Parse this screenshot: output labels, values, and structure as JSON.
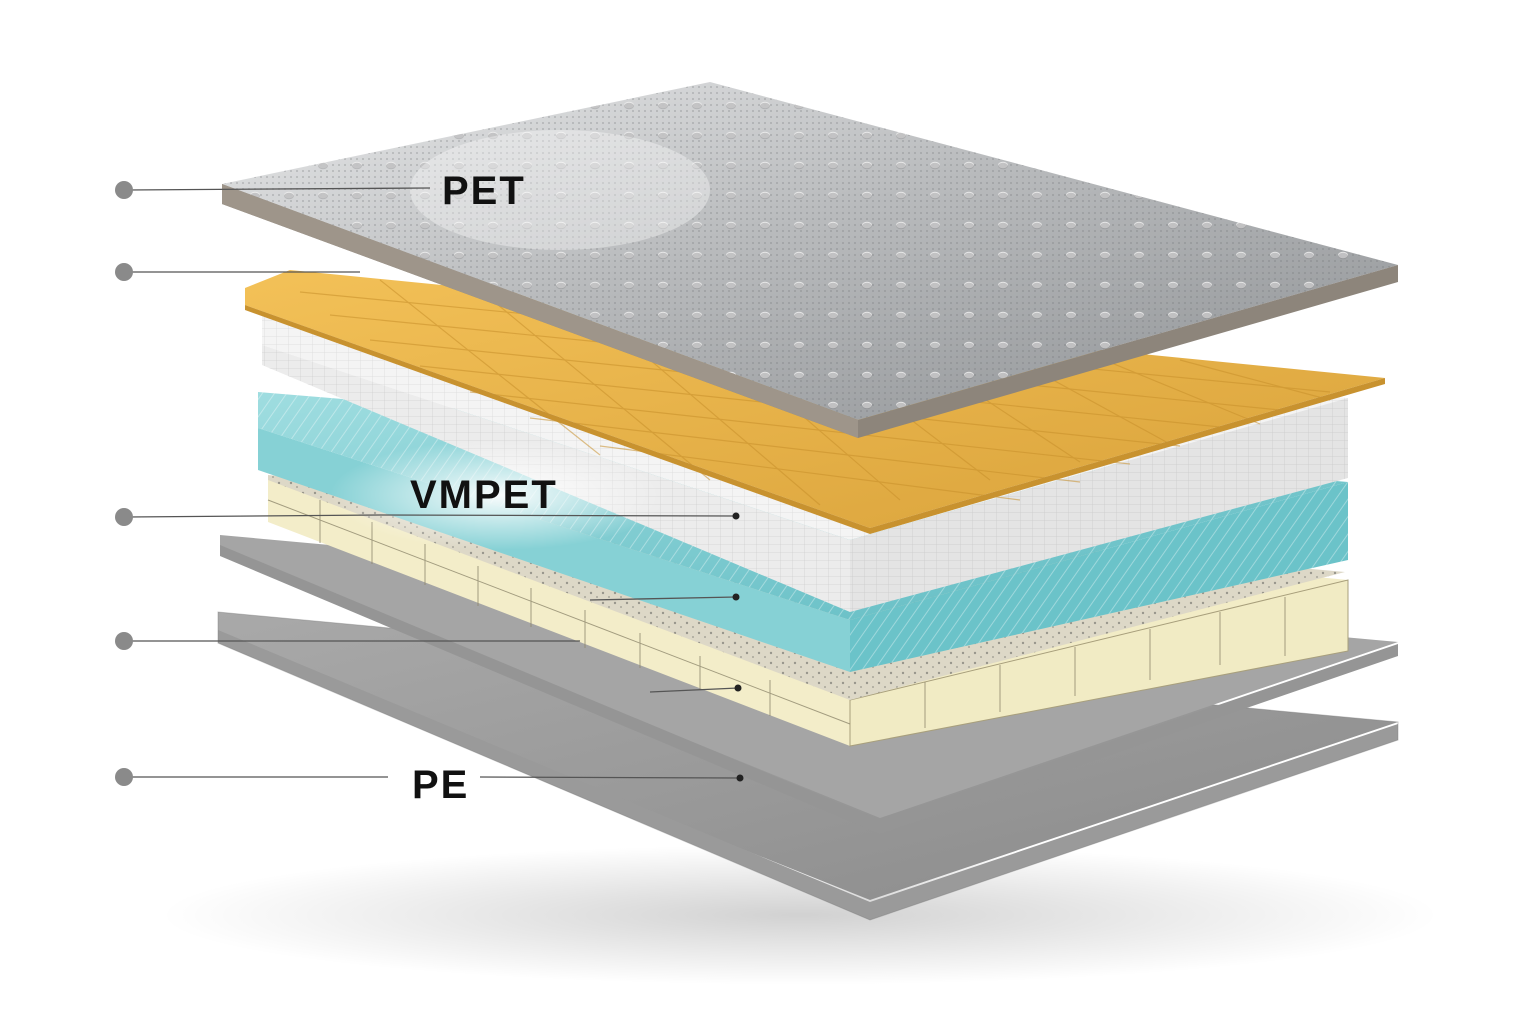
{
  "diagram": {
    "labels": {
      "top": "PET",
      "middle": "VMPET",
      "bottom": "PE"
    },
    "colors": {
      "pet_layer": "#b4b6b8",
      "pet_edge": "#8d857b",
      "yellow_layer": "#e8b23e",
      "white_layer": "#f1f1f1",
      "teal_layer": "#7ccfd4",
      "dotted_layer": "#ddd8c7",
      "cream_layer": "#f2ecc6",
      "gray_plate": "#9b9b9b",
      "bottom_plate": "#8c8c8c",
      "marker": "#8a8a8a",
      "leader_line": "#555555"
    }
  }
}
